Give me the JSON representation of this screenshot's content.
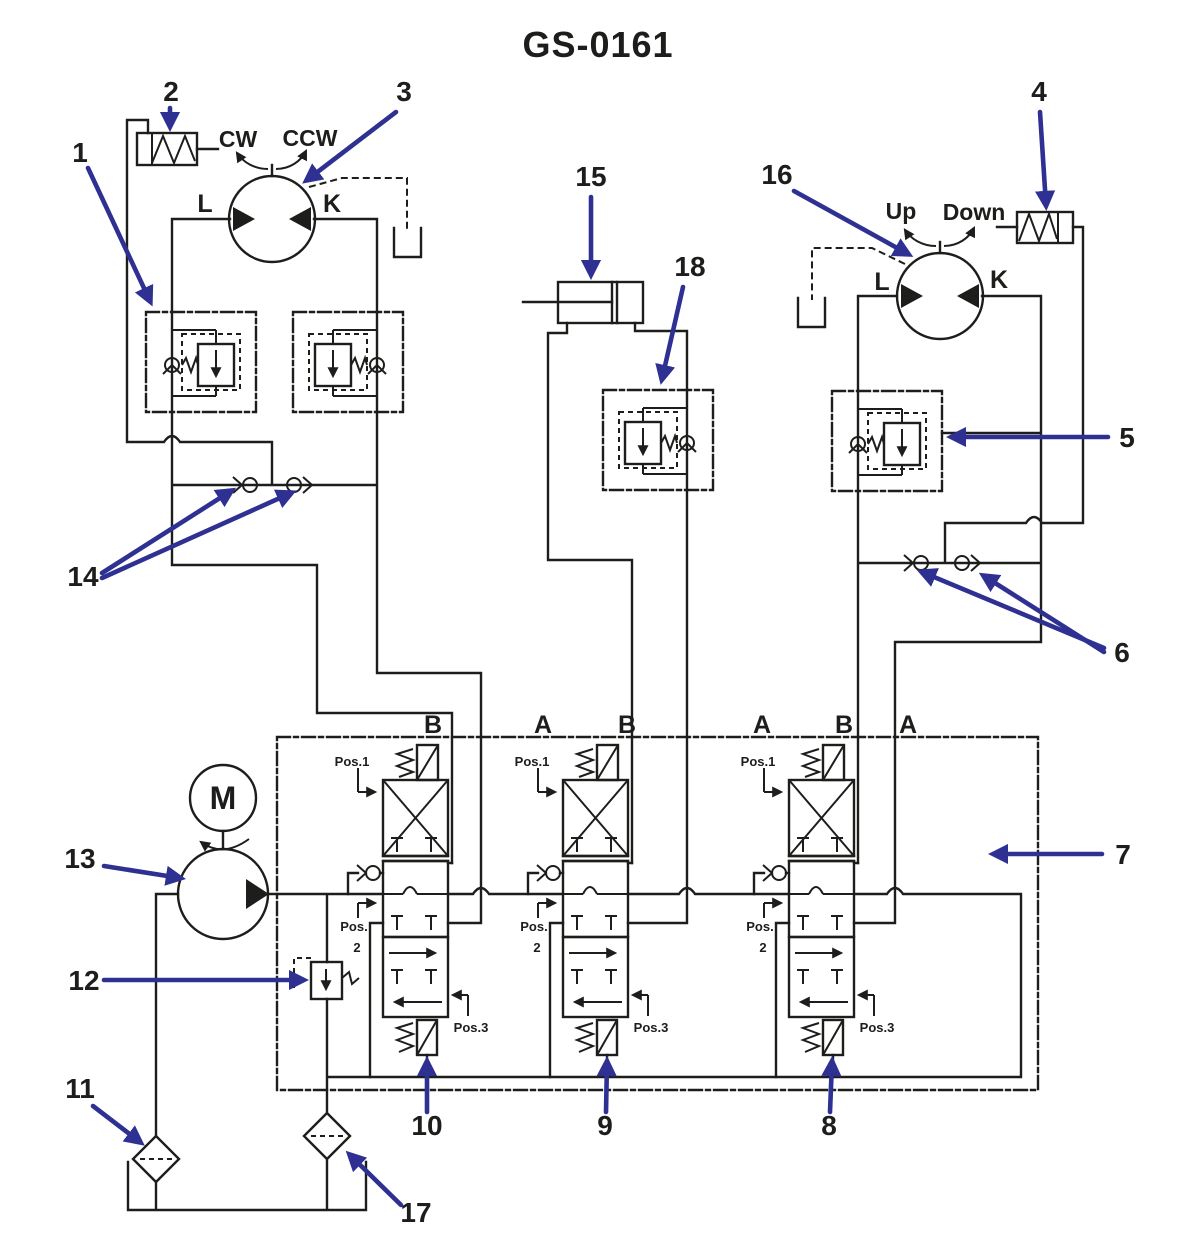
{
  "title": "GS-0161",
  "colors": {
    "ink": "#1d1d1b",
    "callout_blue": "#2e3192",
    "background": "#ffffff"
  },
  "callouts": {
    "c1": "1",
    "c2": "2",
    "c3": "3",
    "c4": "4",
    "c5": "5",
    "c6": "6",
    "c7": "7",
    "c8": "8",
    "c9": "9",
    "c10": "10",
    "c11": "11",
    "c12": "12",
    "c13": "13",
    "c14": "14",
    "c15": "15",
    "c16": "16",
    "c17": "17",
    "c18": "18"
  },
  "motor_left": {
    "rotation_cw": "CW",
    "rotation_ccw": "CCW",
    "port_left": "L",
    "port_right": "K"
  },
  "motor_right": {
    "rotation_up": "Up",
    "rotation_down": "Down",
    "port_left": "L",
    "port_right": "K"
  },
  "pump": {
    "motor_label": "M"
  },
  "valve_bank": {
    "ports": [
      "B",
      "A",
      "B",
      "A",
      "B",
      "A"
    ],
    "pos1": "Pos.1",
    "pos2_line1": "Pos.",
    "pos2_line2": "2",
    "pos3": "Pos.3"
  }
}
